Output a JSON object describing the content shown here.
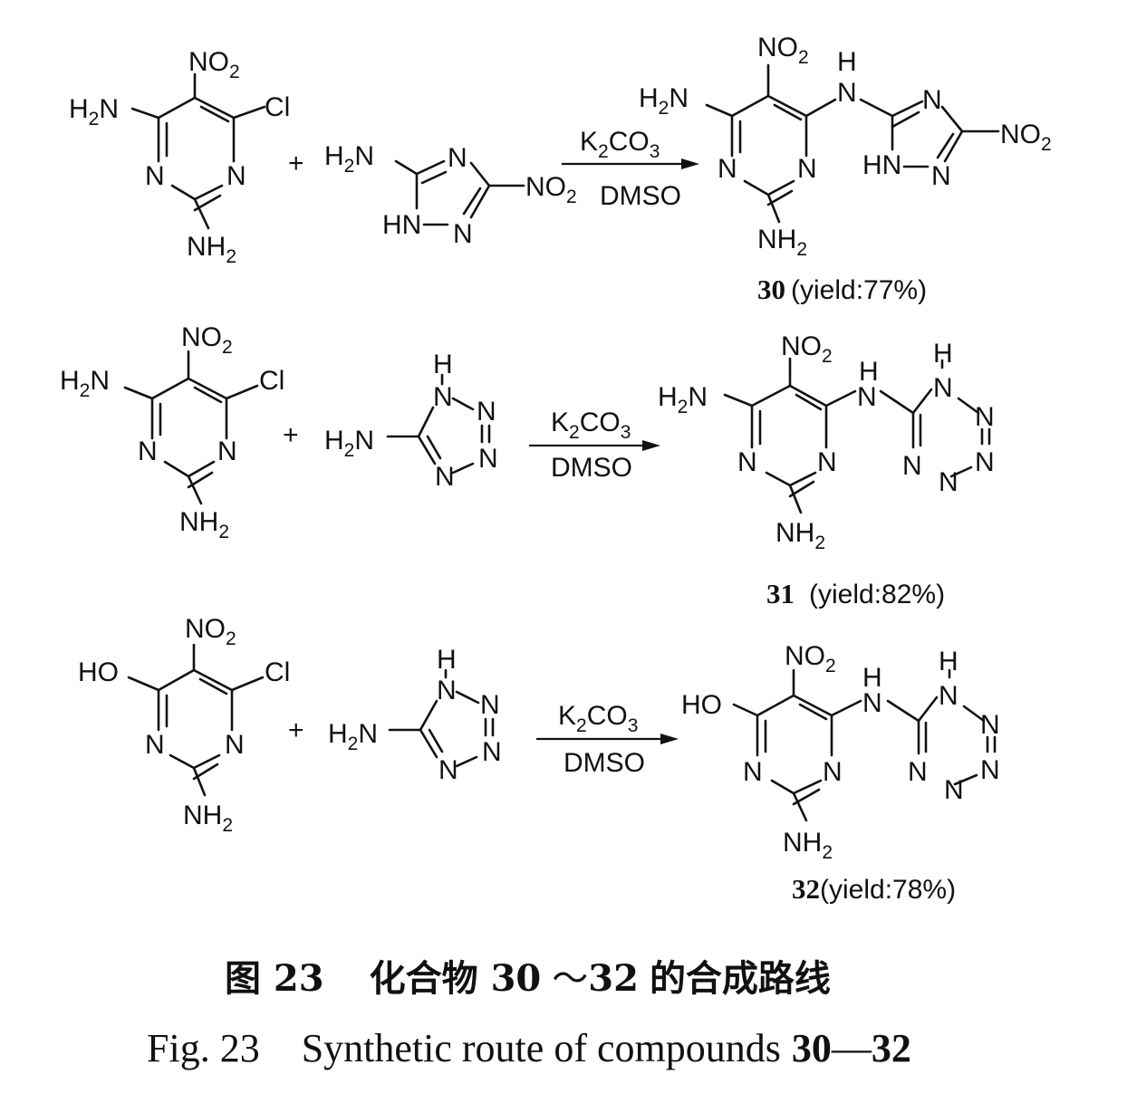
{
  "reagents": {
    "base": "K",
    "base_sub": "2",
    "base_rest": "CO",
    "base_sub2": "3",
    "solvent": "DMSO"
  },
  "labels": {
    "no2": "NO",
    "sub2": "2",
    "h2n": "H",
    "h2n_rest": "N",
    "nh2": "NH",
    "cl": "Cl",
    "ho": "HO",
    "n": "N",
    "h": "H",
    "hn": "HN",
    "plus": "+"
  },
  "products": [
    {
      "number": "30",
      "yield_text": "(yield:77%)"
    },
    {
      "number": "31",
      "yield_text": "(yield:82%)"
    },
    {
      "number": "32",
      "yield_text": "(yield:78%)"
    }
  ],
  "caption": {
    "cn_prefix": "图 23",
    "cn_text_a": "化合物",
    "cn_range_start": "30",
    "cn_tilde": "～",
    "cn_range_end": "32",
    "cn_text_b": "的合成路线",
    "en_prefix": "Fig. 23",
    "en_text": "Synthetic route of compounds",
    "en_range_start": "30",
    "en_dash": "—",
    "en_range_end": "32"
  }
}
